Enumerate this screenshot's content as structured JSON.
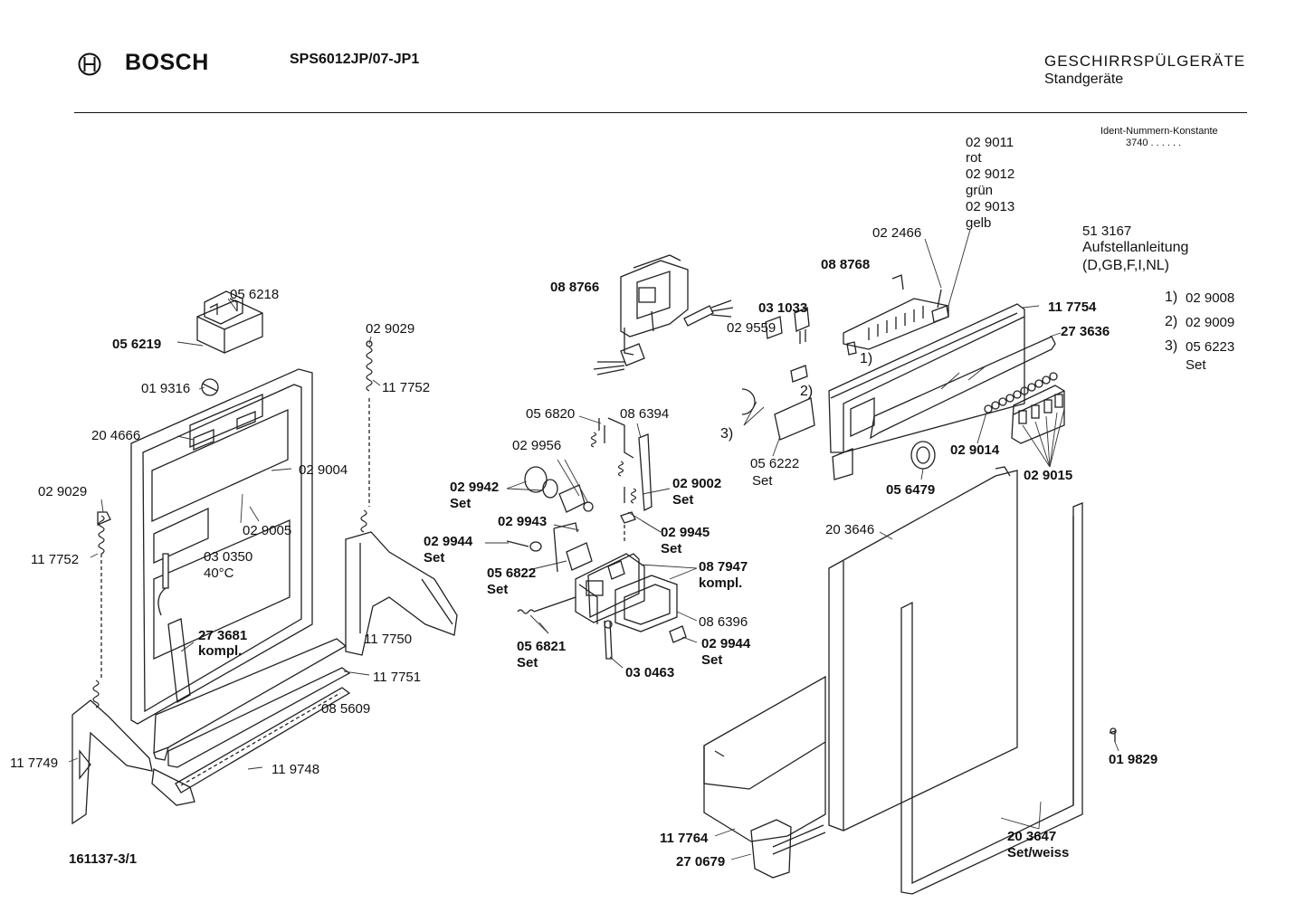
{
  "header": {
    "brand": "BOSCH",
    "model": "SPS6012JP/07-JP1",
    "category": "GESCHIRRSPÜLGERÄTE",
    "subcategory": "Standgeräte",
    "ident_label": "Ident-Nummern-Konstante",
    "ident_value": "3740  . .  . . . ."
  },
  "footer": {
    "drawing_number": "161137-3/1"
  },
  "labels": {
    "p056218": "05 6218",
    "p056219": "05 6219",
    "p019316": "01 9316",
    "p204666": "20 4666",
    "p029029a": "02 9029",
    "p117752a": "11 7752",
    "p029004": "02 9004",
    "p029005": "02 9005",
    "p030350": "03 0350",
    "t40c": "40°C",
    "p029029b": "02 9029",
    "p117752b": "11 7752",
    "p273681": "27 3681",
    "kompl1": "kompl.",
    "p117750": "11 7750",
    "p117751": "11 7751",
    "p085609": "08 5609",
    "p117749": "11 7749",
    "p119748": "11 9748",
    "p088766": "08 8766",
    "p056820": "05 6820",
    "p086394": "08 6394",
    "p029956": "02 9956",
    "p029942": "02 9942",
    "set1": "Set",
    "p029002": "02 9002",
    "set2": "Set",
    "p029943": "02 9943",
    "p029945": "02 9945",
    "set3": "Set",
    "p029944a": "02 9944",
    "set4": "Set",
    "p056822": "05 6822",
    "set5": "Set",
    "p087947": "08 7947",
    "kompl2": "kompl.",
    "p086396": "08 6396",
    "p056821": "05 6821",
    "set6": "Set",
    "p029944b": "02 9944",
    "set7": "Set",
    "p030463": "03 0463",
    "p029011": "02 9011",
    "rot": "rot",
    "p029012": "02 9012",
    "gruen": "grün",
    "p029013": "02 9013",
    "gelb": "gelb",
    "p022466": "02 2466",
    "p088768": "08 8768",
    "p031033": "03 1033",
    "p029559": "02 9559",
    "m1": "1)",
    "m2": "2)",
    "m3": "3)",
    "p117754": "11 7754",
    "p273636": "27 3636",
    "p056222": "05 6222",
    "set8": "Set",
    "p029014": "02 9014",
    "p029015": "02 9015",
    "p056479": "05 6479",
    "p203646": "20 3646",
    "p019829": "01 9829",
    "p117764": "11 7764",
    "p270679": "27 0679",
    "p203647": "20 3647",
    "setweiss": "Set/weiss"
  },
  "legend": {
    "manual_number": "51 3167",
    "manual_title": "Aufstellanleitung",
    "manual_langs": "(D,GB,F,I,NL)",
    "items": [
      {
        "mark": "1)",
        "part": "02 9008"
      },
      {
        "mark": "2)",
        "part": "02 9009"
      },
      {
        "mark": "3)",
        "part": "05 6223"
      }
    ],
    "item3_suffix": "Set"
  }
}
